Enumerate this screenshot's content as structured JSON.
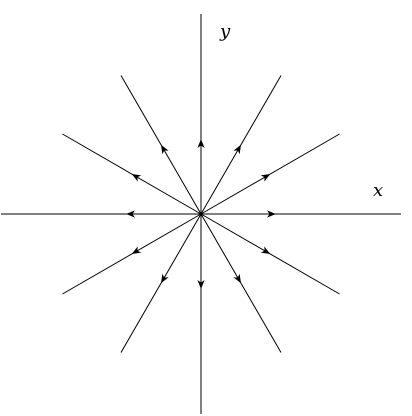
{
  "diagram": {
    "type": "phase-portrait",
    "description_kind": "star node (proper node), trajectories are straight rays emanating from the origin",
    "labels": {
      "x": "x",
      "y": "y"
    },
    "ray_angles_deg": [
      0,
      30,
      60,
      90,
      120,
      150,
      180,
      210,
      240,
      270,
      300,
      330
    ],
    "flow_direction": "outward",
    "colors": {
      "line": "#000000",
      "background": "#ffffff"
    }
  }
}
